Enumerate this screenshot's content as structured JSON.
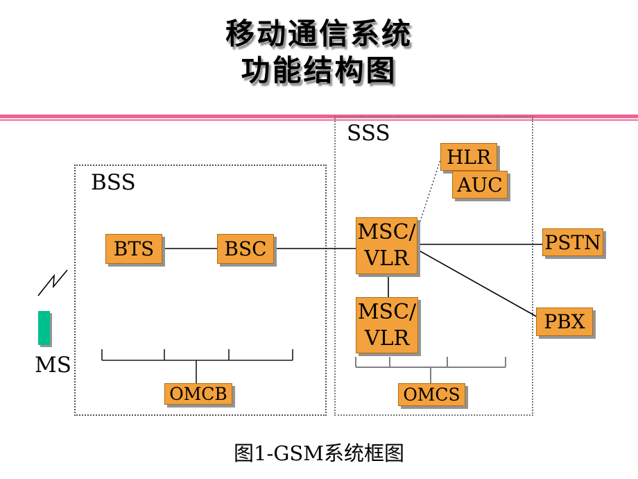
{
  "title": {
    "line1": "移动通信系统",
    "line2": "功能结构图"
  },
  "regions": {
    "bss": "BSS",
    "sss": "SSS"
  },
  "nodes": {
    "bts": "BTS",
    "bsc": "BSC",
    "msc_vlr_top": "MSC/\nVLR",
    "msc_vlr_bottom": "MSC/\nVLR",
    "hlr": "HLR",
    "auc": "AUC",
    "pstn": "PSTN",
    "pbx": "PBX",
    "omcb": "OMCB",
    "omcs": "OMCS"
  },
  "ms_label": "MS",
  "caption": "图1-GSM系统框图",
  "colors": {
    "node_fill": "#F2A13C",
    "node_border": "#B06C15",
    "node_shadow": "#949494",
    "accent_pink": "#EE5F92",
    "ms_green": "#00BF8F",
    "sss_wire_gray": "#7F7F7F"
  }
}
